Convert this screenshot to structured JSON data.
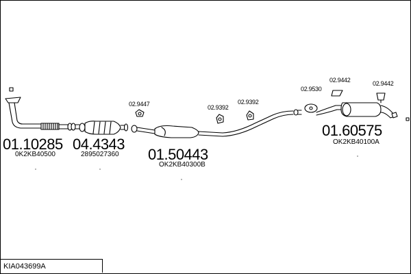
{
  "diagram": {
    "title": "KIA043699A",
    "parts": [
      {
        "id": "p1",
        "number": "01.10285",
        "code": "0K2KB40500"
      },
      {
        "id": "p2",
        "number": "04.4343",
        "code": "2895027360"
      },
      {
        "id": "p3",
        "number": "01.50443",
        "code": "OK2KB40300B"
      },
      {
        "id": "p4",
        "number": "01.60575",
        "code": "OK2KB40100A"
      }
    ],
    "accessories": [
      {
        "id": "a1",
        "number": "02.9447"
      },
      {
        "id": "a2",
        "number": "02.9392"
      },
      {
        "id": "a3",
        "number": "02.9392"
      },
      {
        "id": "a4",
        "number": "02.9530"
      },
      {
        "id": "a5",
        "number": "02.9442"
      },
      {
        "id": "a6",
        "number": "02.9442"
      }
    ]
  }
}
